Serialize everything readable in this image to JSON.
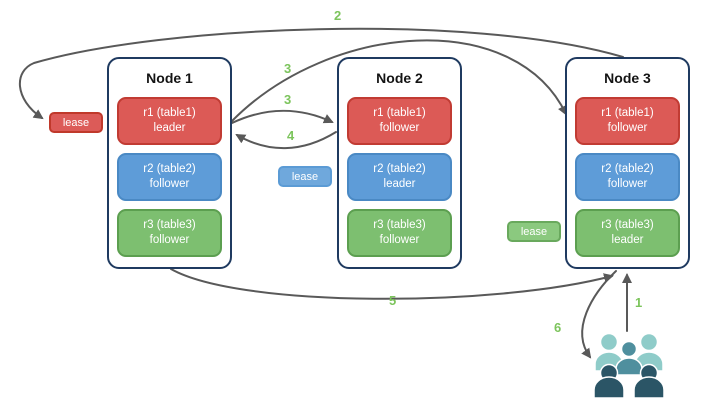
{
  "nodes": [
    {
      "title": "Node 1",
      "replicas": [
        {
          "name": "r1 (table1)",
          "role": "leader",
          "color": "red"
        },
        {
          "name": "r2 (table2)",
          "role": "follower",
          "color": "blue"
        },
        {
          "name": "r3 (table3)",
          "role": "follower",
          "color": "green"
        }
      ]
    },
    {
      "title": "Node 2",
      "replicas": [
        {
          "name": "r1 (table1)",
          "role": "follower",
          "color": "red"
        },
        {
          "name": "r2 (table2)",
          "role": "leader",
          "color": "blue"
        },
        {
          "name": "r3 (table3)",
          "role": "follower",
          "color": "green"
        }
      ]
    },
    {
      "title": "Node 3",
      "replicas": [
        {
          "name": "r1 (table1)",
          "role": "follower",
          "color": "red"
        },
        {
          "name": "r2 (table2)",
          "role": "follower",
          "color": "blue"
        },
        {
          "name": "r3 (table3)",
          "role": "leader",
          "color": "green"
        }
      ]
    }
  ],
  "leases": [
    {
      "label": "lease",
      "color": "red"
    },
    {
      "label": "lease",
      "color": "blue"
    },
    {
      "label": "lease",
      "color": "green"
    }
  ],
  "steps": {
    "s1": "1",
    "s2": "2",
    "s3a": "3",
    "s3b": "3",
    "s4": "4",
    "s5": "5",
    "s6": "6"
  },
  "icons": {
    "users": "users-group-icon"
  },
  "colors": {
    "replica_red": "#DC5A56",
    "replica_blue": "#5E9CD8",
    "replica_green": "#7DBF70",
    "node_border": "#1F3A60",
    "arrow": "#595959",
    "step_number": "#7CC45C",
    "users_light": "#8FCCC9",
    "users_mid": "#4F8F9E",
    "users_dark": "#2B5566"
  }
}
